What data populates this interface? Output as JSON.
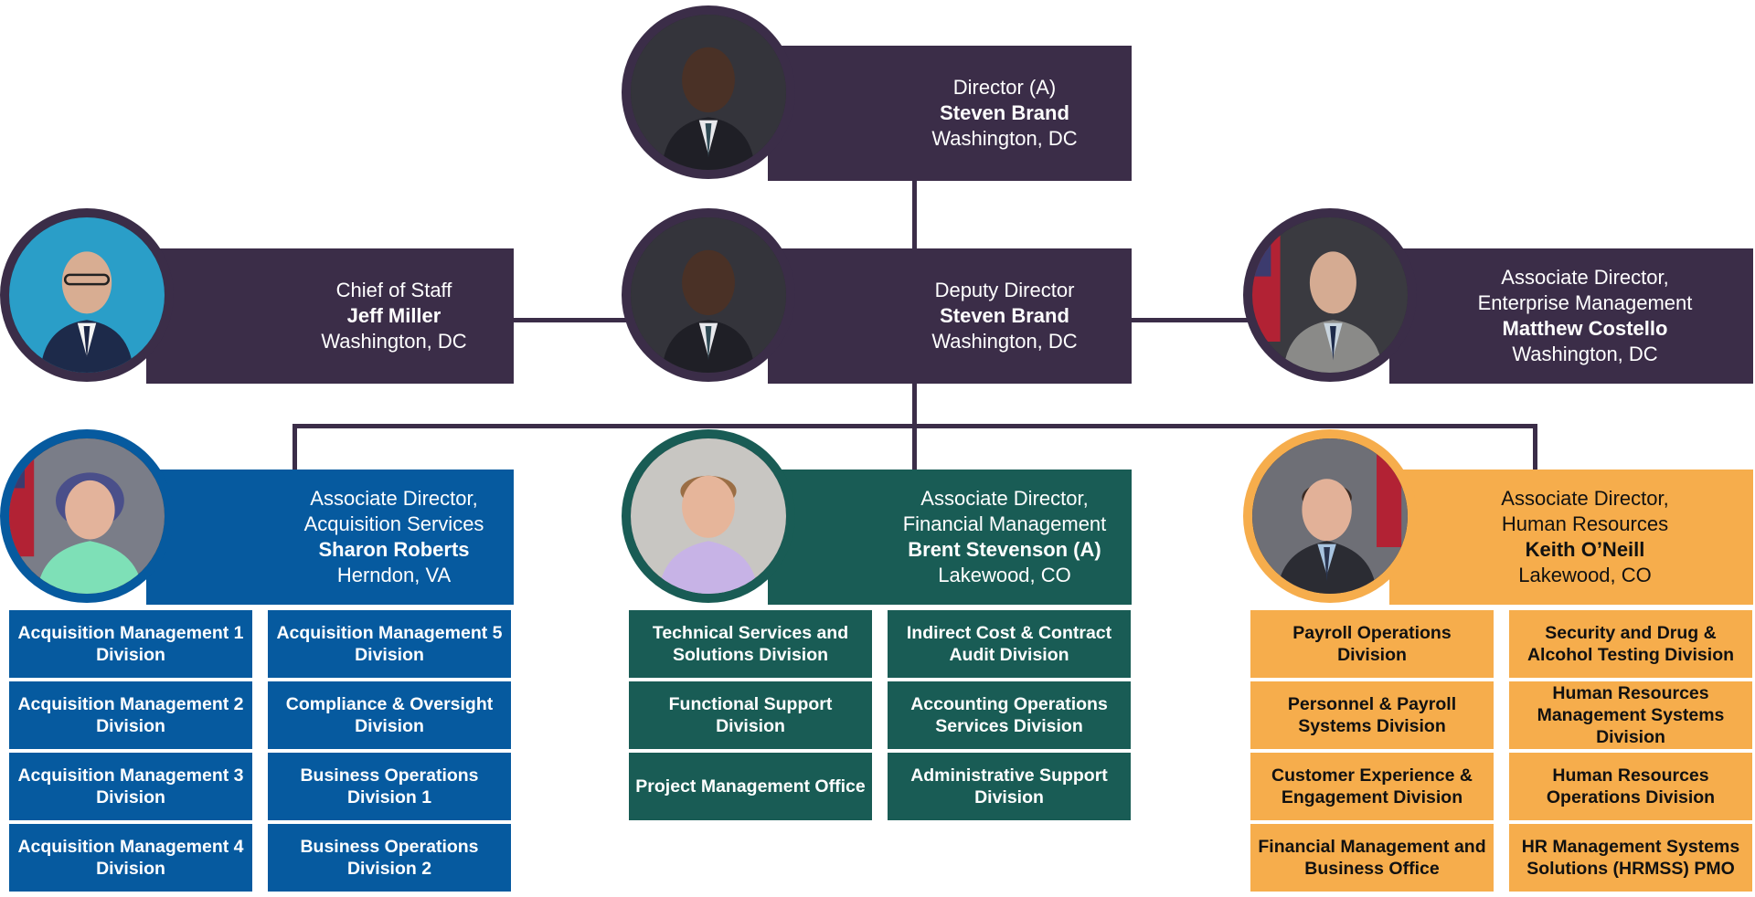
{
  "director": {
    "title": "Director (A)",
    "name": "Steven Brand",
    "location": "Washington, DC"
  },
  "deputy": {
    "title": "Deputy Director",
    "name": "Steven Brand",
    "location": "Washington, DC"
  },
  "chief_of_staff": {
    "title": "Chief of Staff",
    "name": "Jeff Miller",
    "location": "Washington, DC"
  },
  "enterprise": {
    "title1": "Associate Director,",
    "title2": "Enterprise Management",
    "name": "Matthew Costello",
    "location": "Washington, DC"
  },
  "acquisition": {
    "title1": "Associate Director,",
    "title2": "Acquisition Services",
    "name": "Sharon Roberts",
    "location": "Herndon, VA",
    "divisions": [
      "Acquisition Management 1 Division",
      "Acquisition Management 5 Division",
      "Acquisition Management 2 Division",
      "Compliance & Oversight Division",
      "Acquisition Management 3 Division",
      "Business Operations Division 1",
      "Acquisition Management 4 Division",
      "Business Operations Division 2"
    ]
  },
  "financial": {
    "title1": "Associate Director,",
    "title2": "Financial Management",
    "name": "Brent Stevenson (A)",
    "location": "Lakewood, CO",
    "divisions": [
      "Technical Services and Solutions Division",
      "Indirect Cost & Contract Audit Division",
      "Functional Support Division",
      "Accounting Operations Services Division",
      "Project Management Office",
      "Administrative Support Division"
    ]
  },
  "hr": {
    "title1": "Associate Director,",
    "title2": "Human Resources",
    "name": "Keith O’Neill",
    "location": "Lakewood, CO",
    "divisions": [
      "Payroll Operations Division",
      "Security and Drug & Alcohol Testing Division",
      "Personnel & Payroll Systems Division",
      "Human Resources Management Systems Division",
      "Customer Experience & Engagement Division",
      "Human Resources Operations Division",
      "Financial Management and Business Office",
      "HR Management Systems Solutions (HRMSS) PMO"
    ]
  },
  "colors": {
    "purple": "#3b2d48",
    "blue": "#065a9f",
    "green": "#195c55",
    "orange": "#f6ad4c"
  }
}
